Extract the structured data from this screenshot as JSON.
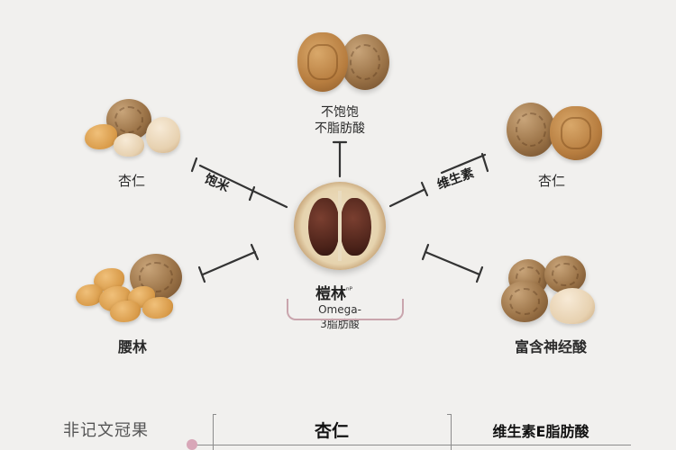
{
  "center": {
    "title": "榿林",
    "superscript": "ⁿᴾ",
    "sub_line1": "Omega-",
    "sub_line2": "3脂肪酸"
  },
  "nodes": [
    {
      "id": "top",
      "label_line1": "不饱饱",
      "label_line2": "不脂肪酸"
    },
    {
      "id": "top-left",
      "label": "杏仁"
    },
    {
      "id": "top-right",
      "label": "杏仁"
    },
    {
      "id": "bottom-left",
      "label": "腰林"
    },
    {
      "id": "bottom-right",
      "label": "富含神经酸"
    }
  ],
  "connectors": {
    "top_left": "饱米",
    "top_right": "维生素"
  },
  "table": {
    "row_label": "非记文冠果",
    "col1": "杏仁",
    "col2": "维生素E脂肪酸"
  },
  "colors": {
    "background": "#f1f0ee",
    "accent_bracket": "#c9a5ad",
    "dot": "#d8a7b8",
    "connector": "#333333"
  }
}
